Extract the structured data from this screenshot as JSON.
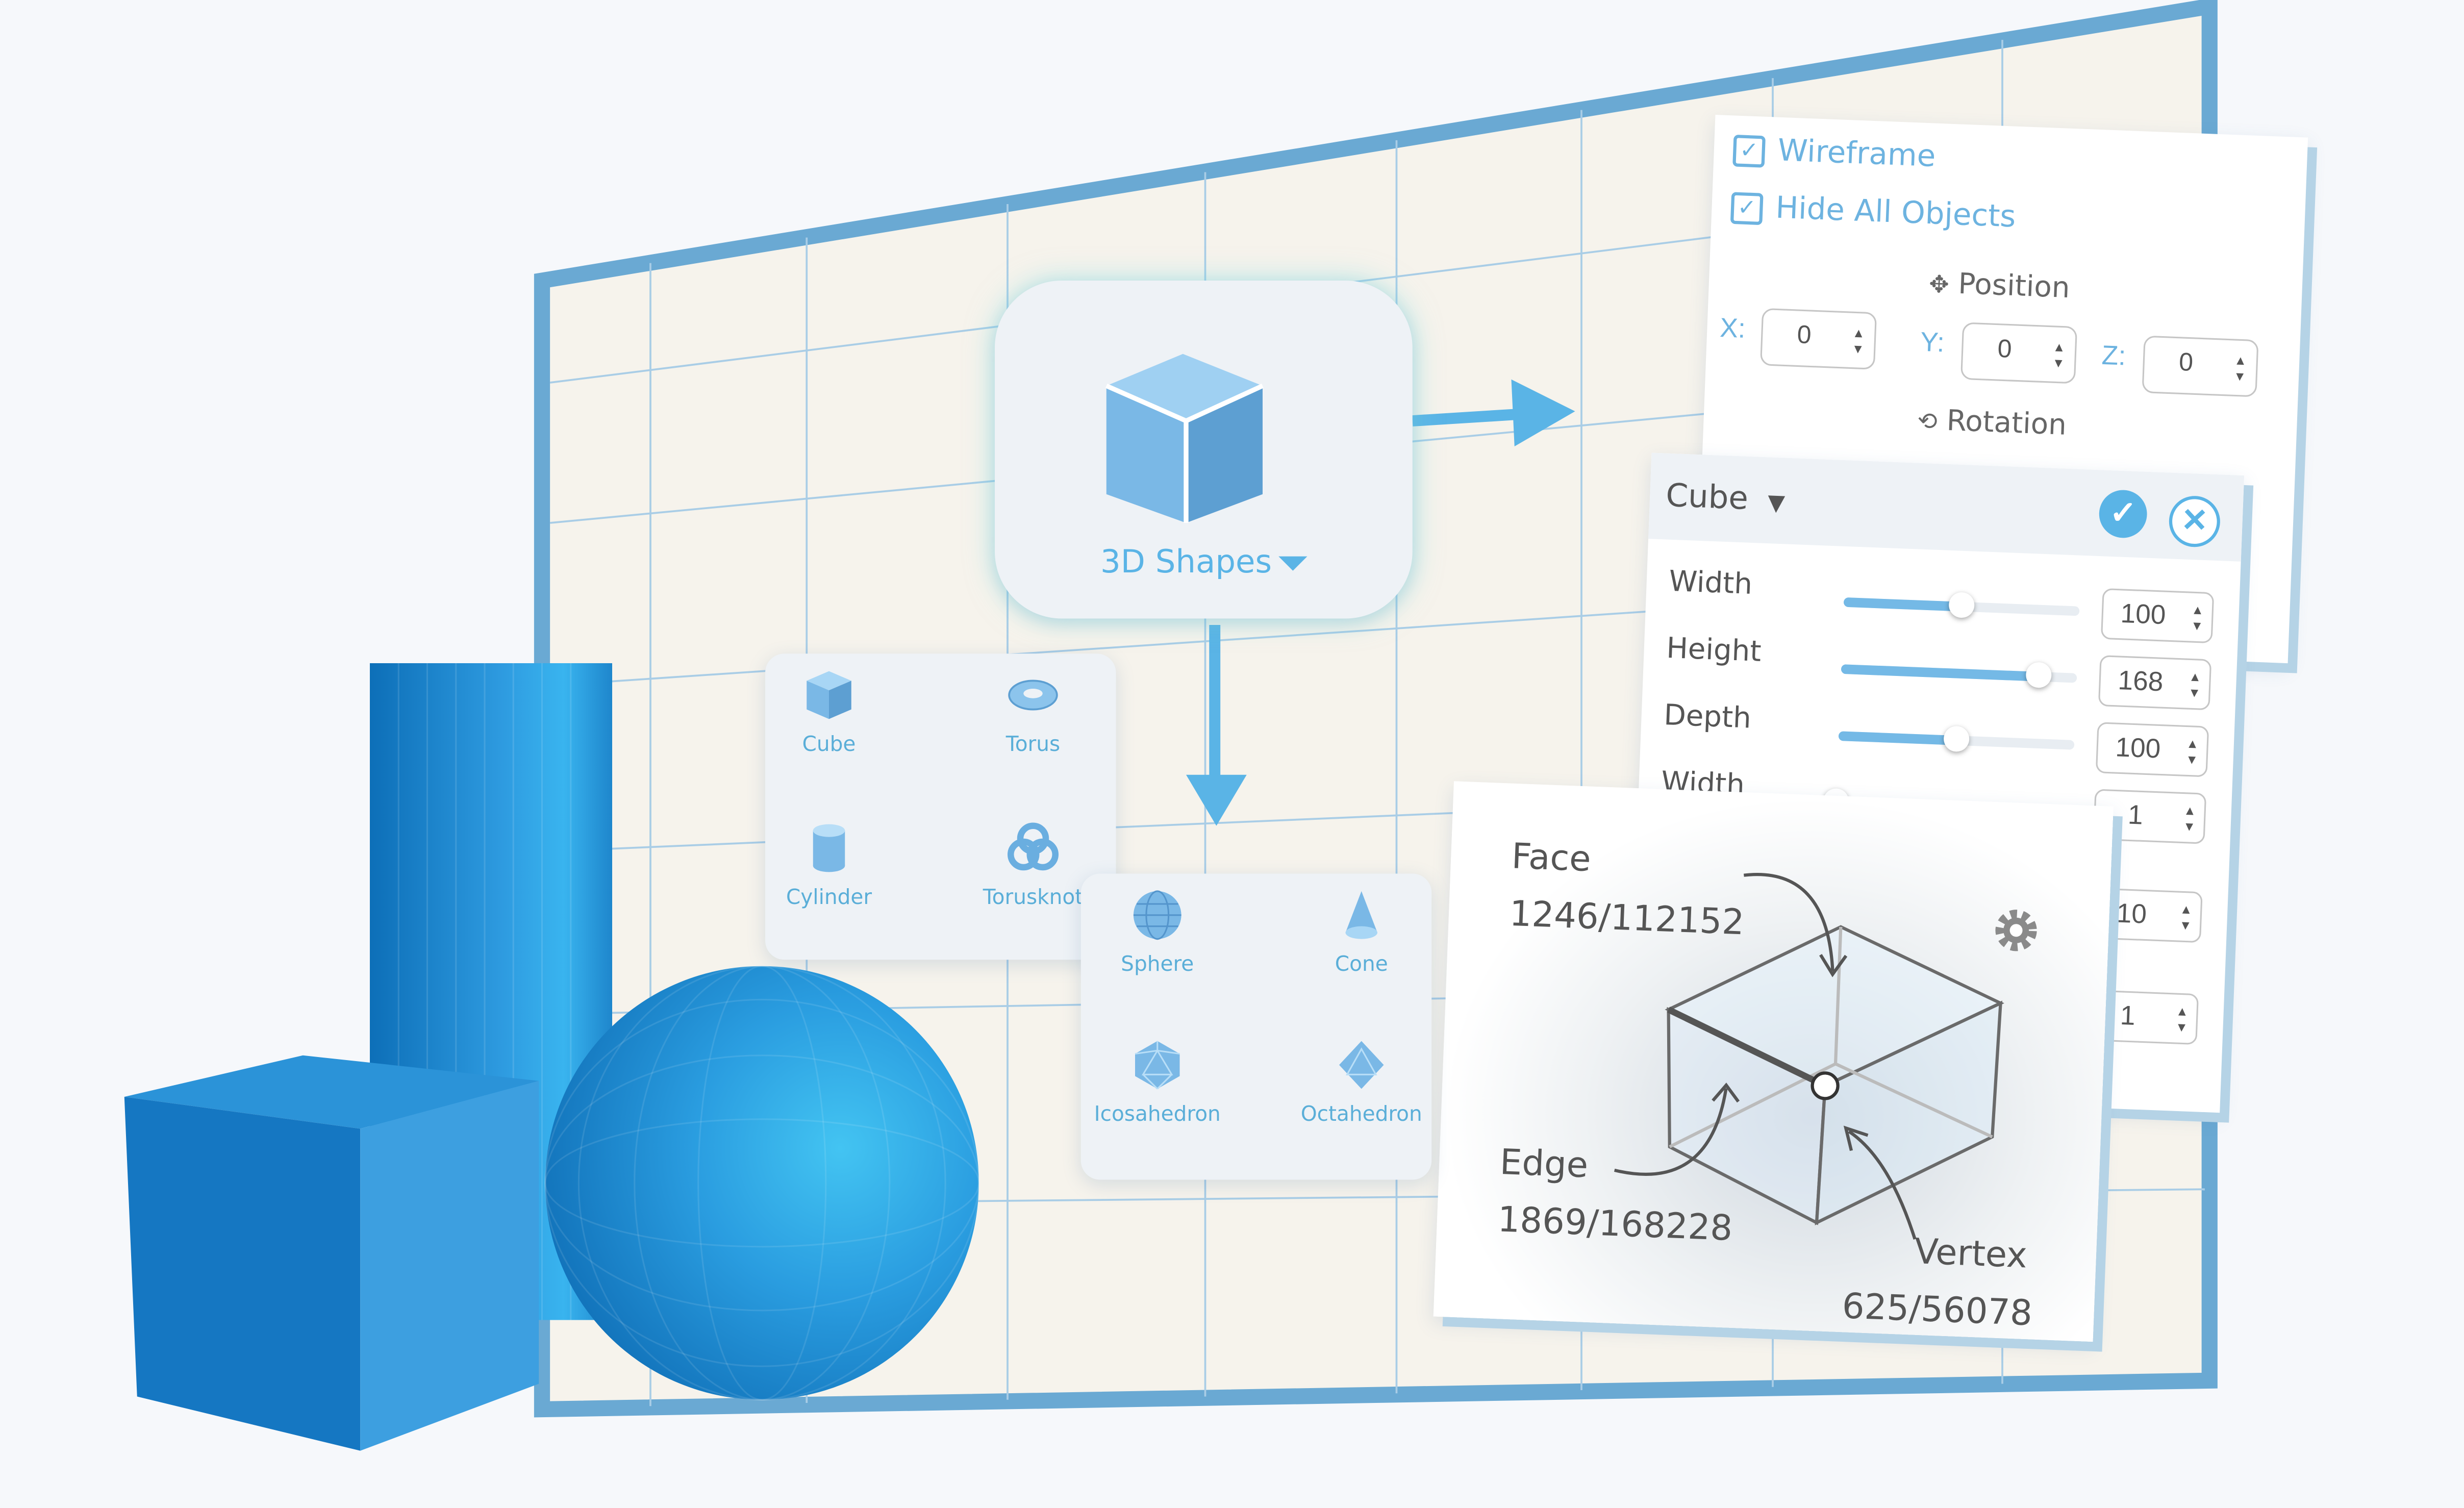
{
  "main_card": {
    "label": "3D Shapes"
  },
  "picker_primary": {
    "items": [
      {
        "label": "Cube",
        "icon": "cube-icon"
      },
      {
        "label": "Torus",
        "icon": "torus-icon"
      },
      {
        "label": "Cylinder",
        "icon": "cylinder-icon"
      },
      {
        "label": "Torusknot",
        "icon": "torusknot-icon"
      }
    ]
  },
  "picker_secondary": {
    "items": [
      {
        "label": "Sphere",
        "icon": "sphere-icon"
      },
      {
        "label": "Cone",
        "icon": "cone-icon"
      },
      {
        "label": "Icosahedron",
        "icon": "icosahedron-icon"
      },
      {
        "label": "Octahedron",
        "icon": "octahedron-icon"
      }
    ]
  },
  "wire_panel": {
    "wireframe_label": "Wireframe",
    "wireframe_checked": true,
    "hide_all_label": "Hide All Objects",
    "hide_all_checked": true,
    "position_label": "Position",
    "rotation_label": "Rotation",
    "x_label": "X:",
    "y_label": "Y:",
    "z_label": "Z:",
    "x_value": "0",
    "y_value": "0",
    "z_value": "0"
  },
  "cube_panel": {
    "title": "Cube",
    "props": [
      {
        "label": "Width",
        "value": "100",
        "fill": 0.5
      },
      {
        "label": "Height",
        "value": "168",
        "fill": 0.84
      },
      {
        "label": "Depth",
        "value": "100",
        "fill": 0.5
      },
      {
        "label": "Width",
        "value": "1",
        "fill": 0.0
      }
    ],
    "extra_values": [
      "10",
      "1"
    ]
  },
  "stats_panel": {
    "face_label": "Face",
    "face_value": "1246/112152",
    "edge_label": "Edge",
    "edge_value": "1869/168228",
    "vertex_label": "Vertex",
    "vertex_value": "625/56078"
  },
  "colors": {
    "accent": "#5ab4e6",
    "frame": "#6aa9d3",
    "canvas": "#f6f3ec",
    "grid": "#a9cde6",
    "shape_blue": "#1f86d0"
  }
}
